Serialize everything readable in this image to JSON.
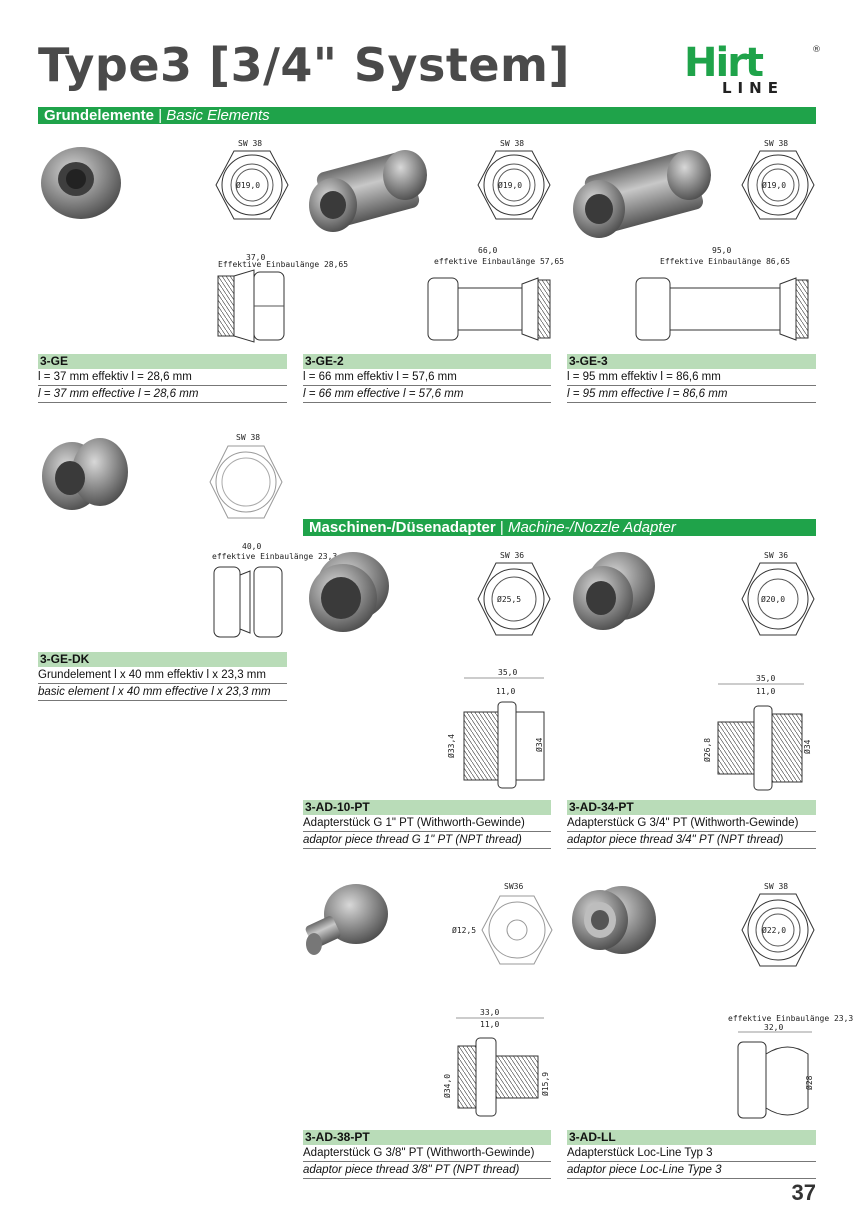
{
  "header": {
    "title": "Type3 [3/4\" System]",
    "logo_top": "Hirt",
    "logo_bottom": "LINE",
    "logo_reg": "®"
  },
  "sections": {
    "basic": {
      "de": "Grundelemente",
      "sep": " | ",
      "en": "Basic Elements"
    },
    "adapter": {
      "de": "Maschinen-/Düsenadapter",
      "sep": " | ",
      "en": "Machine-/Nozzle Adapter"
    }
  },
  "products": [
    {
      "code": "3-GE",
      "line1": "l = 37 mm effektiv l = 28,6 mm",
      "line2": "l = 37 mm effective l = 28,6 mm"
    },
    {
      "code": "3-GE-2",
      "line1": "l = 66 mm effektiv l = 57,6 mm",
      "line2": "l = 66 mm effective l = 57,6 mm"
    },
    {
      "code": "3-GE-3",
      "line1": "l = 95 mm effektiv l = 86,6 mm",
      "line2": "l = 95 mm effective l = 86,6 mm"
    },
    {
      "code": "3-GE-DK",
      "line1": "Grundelement l x 40 mm effektiv l x 23,3 mm",
      "line2": "basic element l x 40 mm effective l x 23,3 mm"
    },
    {
      "code": "3-AD-10-PT",
      "line1": "Adapterstück G 1\" PT (Withworth-Gewinde)",
      "line2": "adaptor piece thread G 1\" PT (NPT thread)"
    },
    {
      "code": "3-AD-34-PT",
      "line1": "Adapterstück G 3/4\" PT (Withworth-Gewinde)",
      "line2": "adaptor piece thread 3/4\" PT (NPT thread)"
    },
    {
      "code": "3-AD-38-PT",
      "line1": "Adapterstück G 3/8\" PT (Withworth-Gewinde)",
      "line2": "adaptor piece thread 3/8\" PT (NPT thread)"
    },
    {
      "code": "3-AD-LL",
      "line1": "Adapterstück Loc-Line Typ 3",
      "line2": "adaptor piece Loc-Line Type 3"
    }
  ],
  "drawings": {
    "ge": {
      "sw": "SW 38",
      "dia": "Ø19,0",
      "len": "37,0",
      "eff": "Effektive Einbaulänge 28,65"
    },
    "ge2": {
      "sw": "SW 38",
      "dia": "Ø19,0",
      "len": "66,0",
      "eff": "effektive Einbaulänge 57,65"
    },
    "ge3": {
      "sw": "SW 38",
      "dia": "Ø19,0",
      "len": "95,0",
      "eff": "Effektive Einbaulänge 86,65"
    },
    "gedk": {
      "sw": "SW 38",
      "len": "40,0",
      "eff": "effektive Einbaulänge 23,3"
    },
    "ad10": {
      "sw": "SW 36",
      "dia": "Ø25,5",
      "len": "35,0",
      "hex": "11,0",
      "d1": "Ø33,4",
      "d2": "Ø34"
    },
    "ad34": {
      "sw": "SW 36",
      "dia": "Ø20,0",
      "len": "35,0",
      "hex": "11,0",
      "d1": "Ø26,8",
      "d2": "Ø34"
    },
    "ad38": {
      "sw": "SW36",
      "dia": "Ø12,5",
      "len": "33,0",
      "hex": "11,0",
      "d1": "Ø34,0",
      "d2": "Ø15,9"
    },
    "adll": {
      "sw": "SW 38",
      "dia": "Ø22,0",
      "eff": "effektive Einbaulänge 23,3",
      "len": "32,0",
      "d1": "Ø28"
    }
  },
  "page_number": "37",
  "colors": {
    "accent": "#1fa34a",
    "code_bar": "#b9dcb8"
  }
}
